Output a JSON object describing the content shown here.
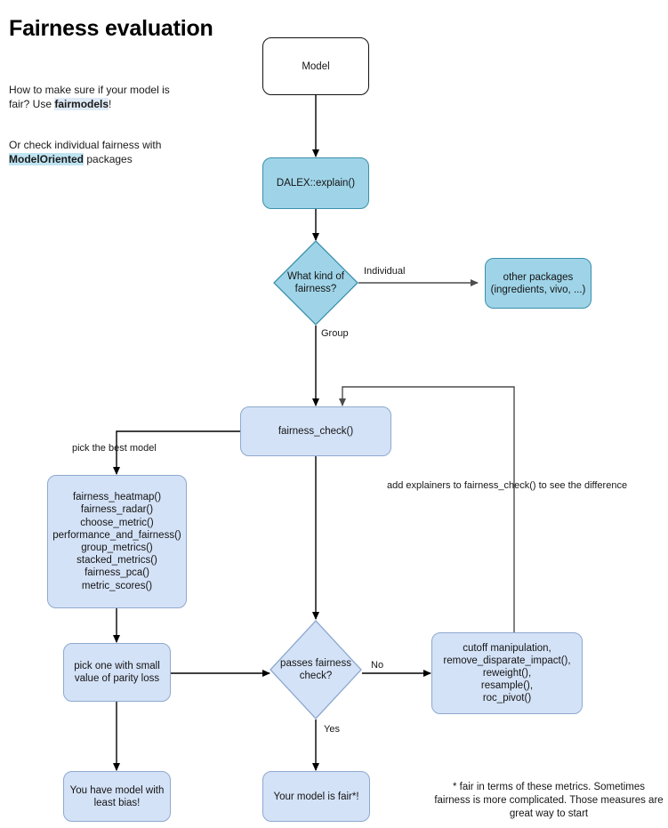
{
  "header": {
    "title": "Fairness evaluation",
    "paragraph1_pre": "How to make sure if your model is fair? Use ",
    "paragraph1_highlight": "fairmodels",
    "paragraph1_post": "!",
    "paragraph2_pre": "Or check individual fairness with ",
    "paragraph2_highlight": "ModelOriented",
    "paragraph2_post": " packages"
  },
  "nodes": {
    "model": "Model",
    "dalex": "DALEX::explain()",
    "kind_of_fairness": "What kind of\nfairness?",
    "other_packages": "other packages\n(ingredients, vivo, ...)",
    "fairness_check": "fairness_check()",
    "plot_functions": "fairness_heatmap()\nfairness_radar()\nchoose_metric()\nperformance_and_fairness()\ngroup_metrics()\nstacked_metrics()\nfairness_pca()\nmetric_scores()",
    "pick_one": "pick one with small\nvalue of parity loss",
    "passes_check": "passes fairness\ncheck?",
    "mitigation": "cutoff manipulation,\nremove_disparate_impact(),\nreweight(),\nresample(),\nroc_pivot()",
    "least_bias": "You have model with\nleast bias!",
    "model_is_fair": "Your model is fair*!"
  },
  "edge_labels": {
    "individual": "Individual",
    "group": "Group",
    "pick_best_model": "pick the best model",
    "add_explainers": "add explainers to fairness_check() to see the difference",
    "no": "No",
    "yes": "Yes"
  },
  "footnote": "* fair in terms of these metrics. Sometimes fairness is more complicated. Those measures are great way to start",
  "colors": {
    "cyan_fill": "#9fd4e8",
    "cyan_stroke": "#3a8fab",
    "lavender_fill": "#d4e2f7",
    "lavender_stroke": "#8da9cf",
    "white_fill": "#ffffff",
    "white_stroke": "#111111",
    "edge_stroke": "#000000",
    "loop_edge_stroke": "#4d4d4d",
    "highlight_1": "#dfeaf7",
    "highlight_2": "#bfe4f2"
  }
}
